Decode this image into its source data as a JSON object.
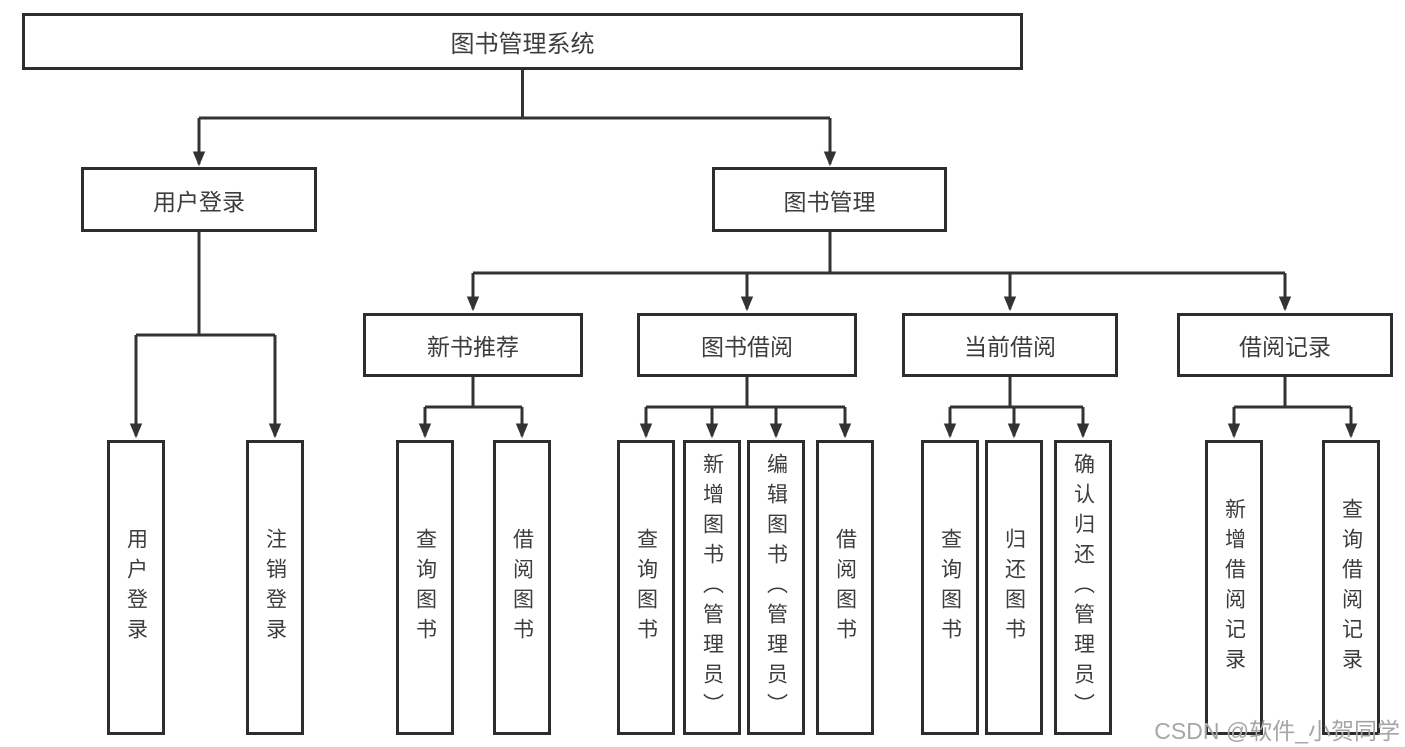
{
  "diagram": {
    "type": "hierarchy-tree",
    "tree": {
      "label": "图书管理系统",
      "children": [
        {
          "label": "用户登录",
          "children": [
            {
              "label": "用户登录"
            },
            {
              "label": "注销登录"
            }
          ]
        },
        {
          "label": "图书管理",
          "children": [
            {
              "label": "新书推荐",
              "children": [
                {
                  "label": "查询图书"
                },
                {
                  "label": "借阅图书"
                }
              ]
            },
            {
              "label": "图书借阅",
              "children": [
                {
                  "label": "查询图书"
                },
                {
                  "label": "新增图书（管理员）"
                },
                {
                  "label": "编辑图书（管理员）"
                },
                {
                  "label": "借阅图书"
                }
              ]
            },
            {
              "label": "当前借阅",
              "children": [
                {
                  "label": "查询图书"
                },
                {
                  "label": "归还图书"
                },
                {
                  "label": "确认归还（管理员）"
                }
              ]
            },
            {
              "label": "借阅记录",
              "children": [
                {
                  "label": "新增借阅记录"
                },
                {
                  "label": "查询借阅记录"
                }
              ]
            }
          ]
        }
      ]
    },
    "colors": {
      "line": "#333333",
      "box_border": "#2d2d2d",
      "text": "#3d3d3d",
      "background": "#ffffff",
      "watermark": "#a6a6a6"
    }
  },
  "watermark": "CSDN @软件_小贺同学"
}
